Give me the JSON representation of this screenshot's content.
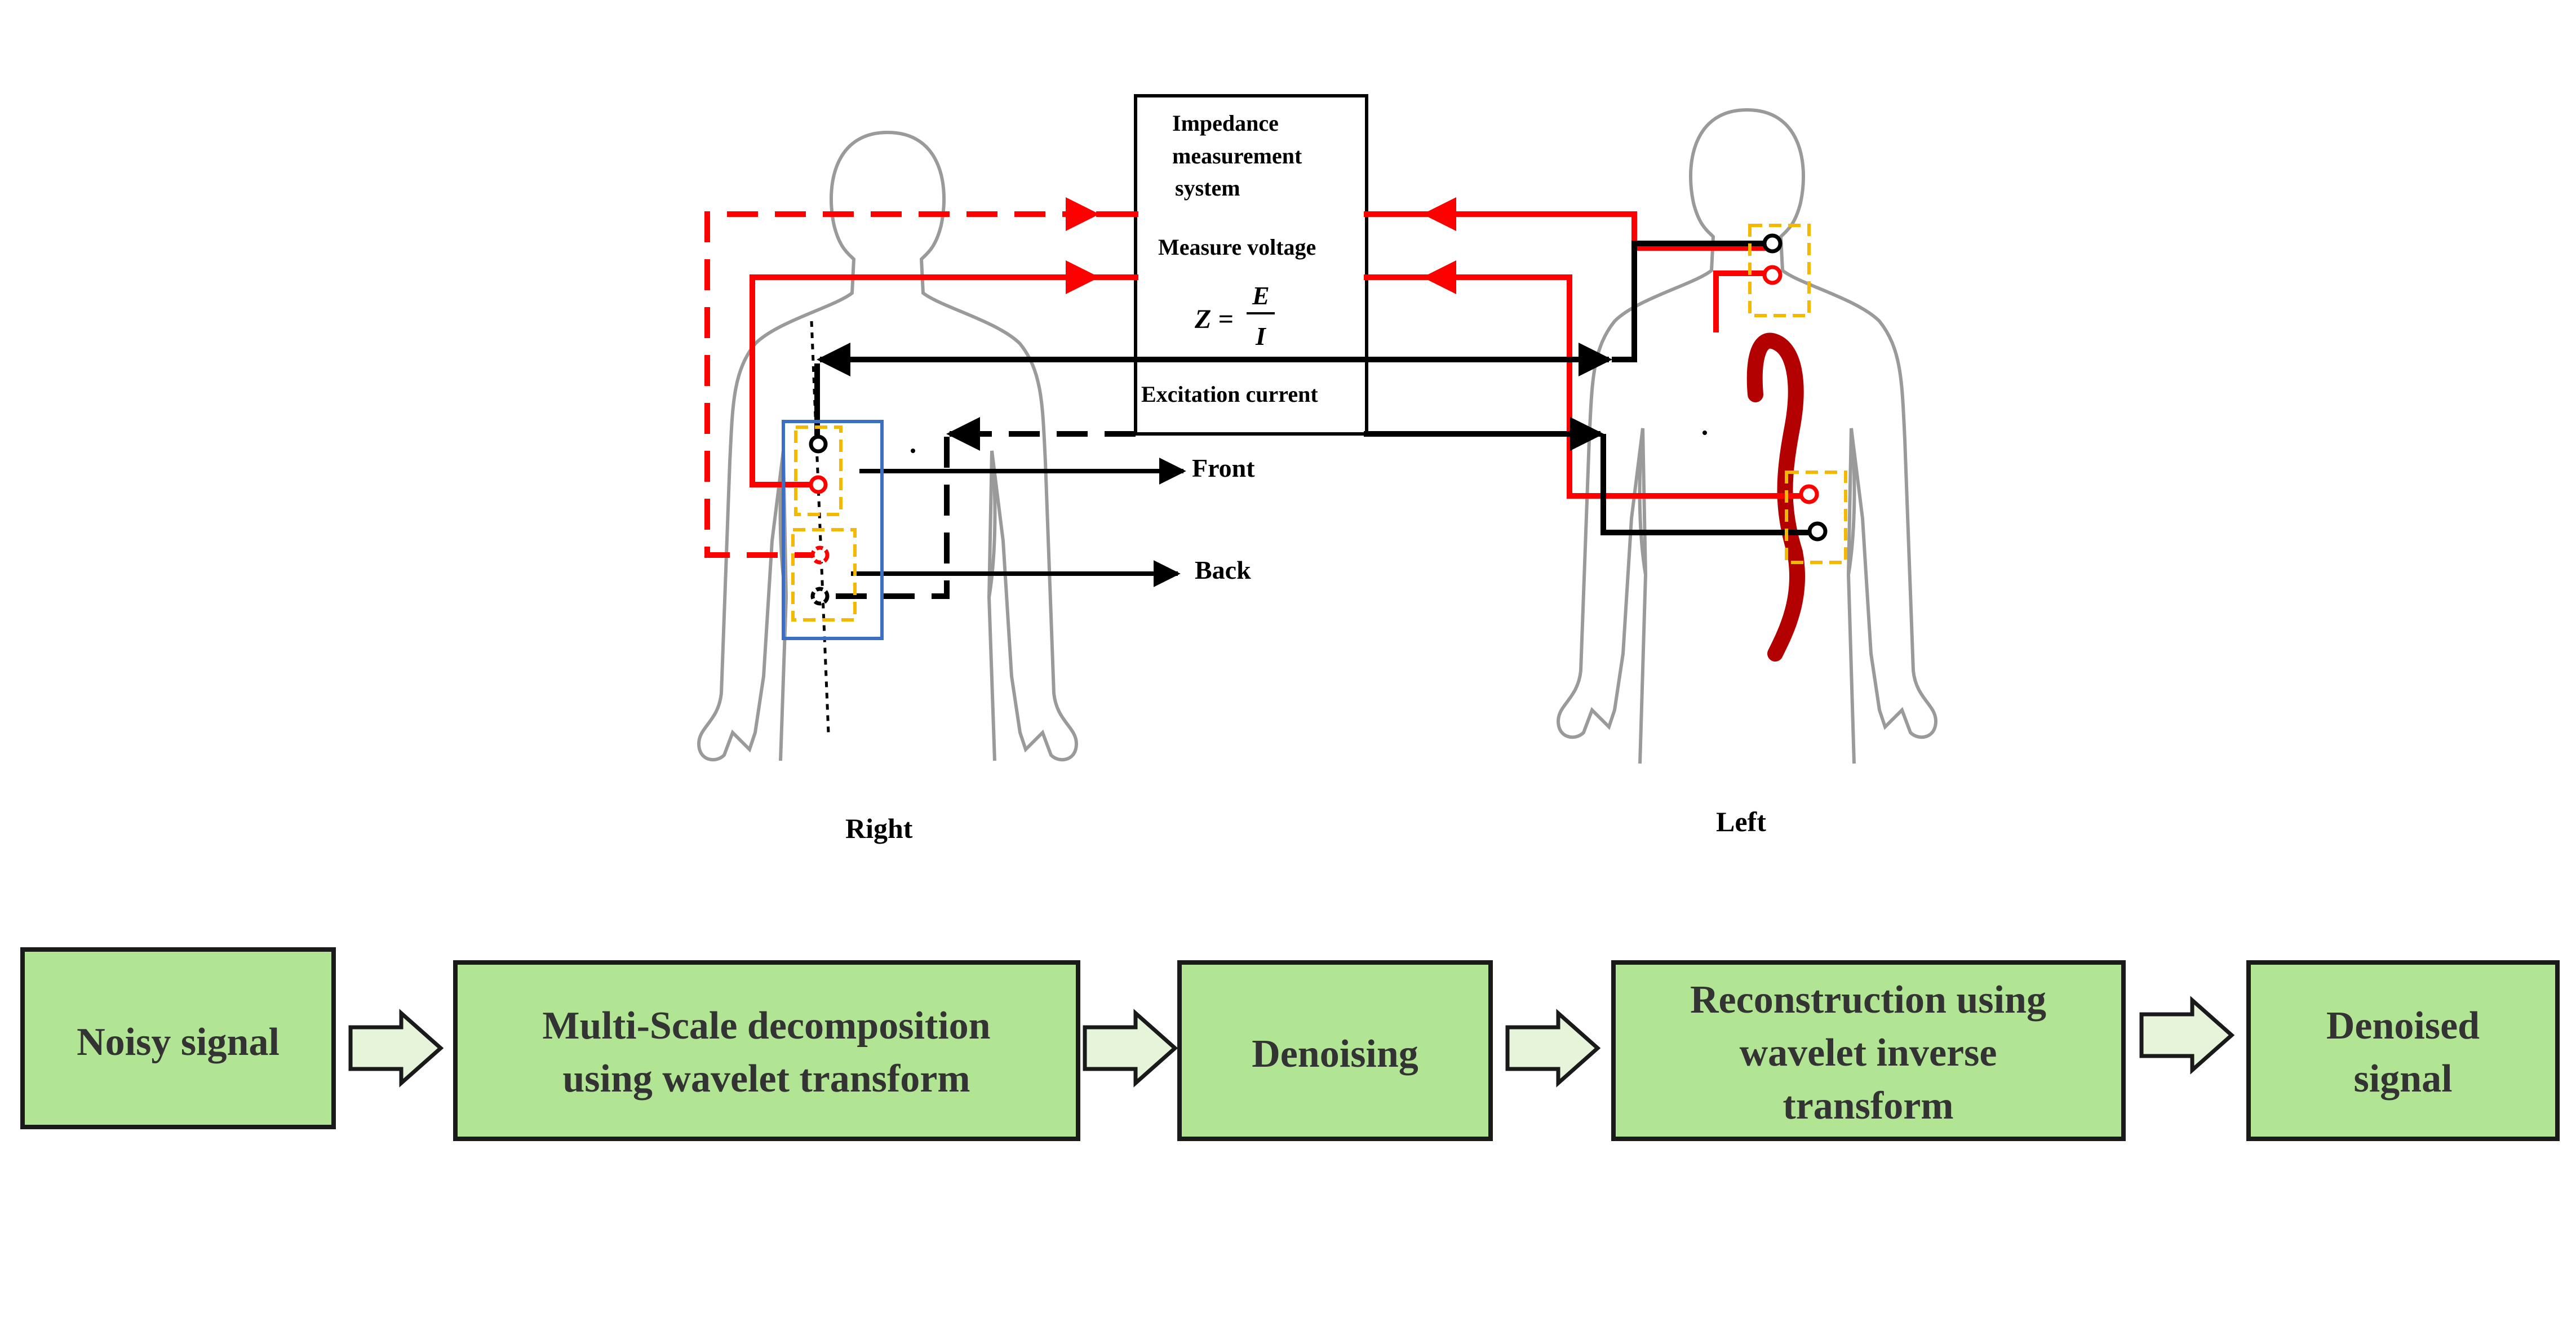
{
  "diagram": {
    "title_box": [
      "Impedance",
      "measurement",
      "system"
    ],
    "measure_voltage": "Measure voltage",
    "formula": {
      "lhs": "Z =",
      "numerator": "E",
      "denominator": "I"
    },
    "excitation_current": "Excitation current",
    "front_label": "Front",
    "back_label": "Back",
    "right_label": "Right",
    "left_label": "Left"
  },
  "flow": {
    "steps": [
      {
        "lines": [
          "Noisy signal"
        ]
      },
      {
        "lines": [
          "Multi-Scale decomposition",
          "using wavelet transform"
        ]
      },
      {
        "lines": [
          "Denoising"
        ]
      },
      {
        "lines": [
          "Reconstruction using",
          "wavelet inverse",
          "transform"
        ]
      },
      {
        "lines": [
          "Denoised",
          "signal"
        ]
      }
    ]
  },
  "colors": {
    "red_wire": "#ff0000",
    "black_wire": "#000000",
    "yellow_box": "#f5b800",
    "blue_box": "#3a6fc4",
    "artery": "#b30000",
    "flow_box_fill": "#b1e493",
    "flow_arrow_fill": "#e6f4da"
  }
}
